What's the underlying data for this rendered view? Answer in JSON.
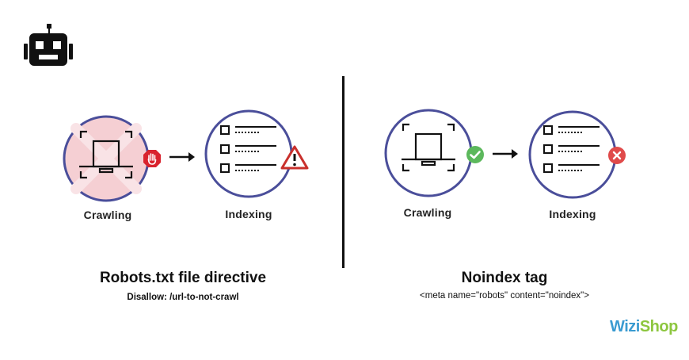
{
  "left": {
    "crawl_label": "Crawling",
    "index_label": "Indexing",
    "title": "Robots.txt file directive",
    "subtitle": "Disallow: /url-to-not-crawl"
  },
  "right": {
    "crawl_label": "Crawling",
    "index_label": "Indexing",
    "title": "Noindex tag",
    "subtitle": "<meta name=\"robots\" content=\"noindex\">"
  },
  "brand": {
    "part1": "Wizi",
    "part2": "Shop"
  },
  "icons": {
    "robot": "robot-icon",
    "crawler": "crawler-icon",
    "stop": "stop-hand-icon",
    "warning": "warning-icon",
    "check": "check-circle-icon",
    "error": "x-circle-icon",
    "arrow": "arrow-right-icon",
    "checklist": "checklist-icon"
  },
  "colors": {
    "circle_stroke": "#4a4e9a",
    "blocked_fill": "#f5cfd3",
    "stop_red": "#d9232e",
    "check_green": "#5cb85c",
    "error_red": "#e04a4a",
    "warning_red": "#c9302c"
  }
}
